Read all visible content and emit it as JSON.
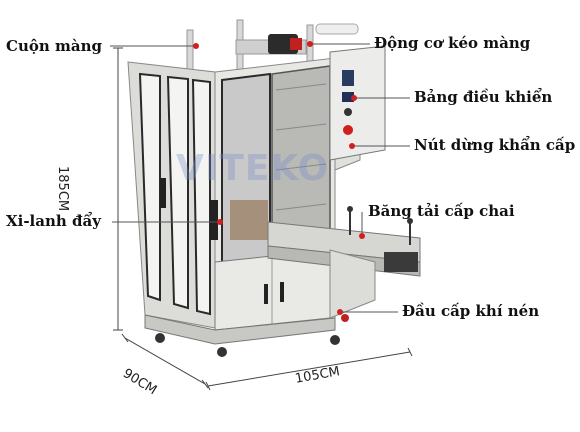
{
  "labels": {
    "film_roll": "Cuộn màng",
    "film_motor": "Động cơ kéo màng",
    "control_panel": "Bảng điều khiển",
    "emergency_stop": "Nút dừng khẩn cấp",
    "push_cylinder": "Xi-lanh đẩy",
    "bottle_conveyor": "Băng tải cấp chai",
    "air_inlet": "Đầu cấp khí nén"
  },
  "dimensions": {
    "height": "185CM",
    "depth": "90CM",
    "width": "105CM"
  },
  "watermark": "VITEKO",
  "colors": {
    "machine_body": "#e7e7e4",
    "frame_dark": "#2a2a2a",
    "callout_red": "#d11f1f"
  }
}
